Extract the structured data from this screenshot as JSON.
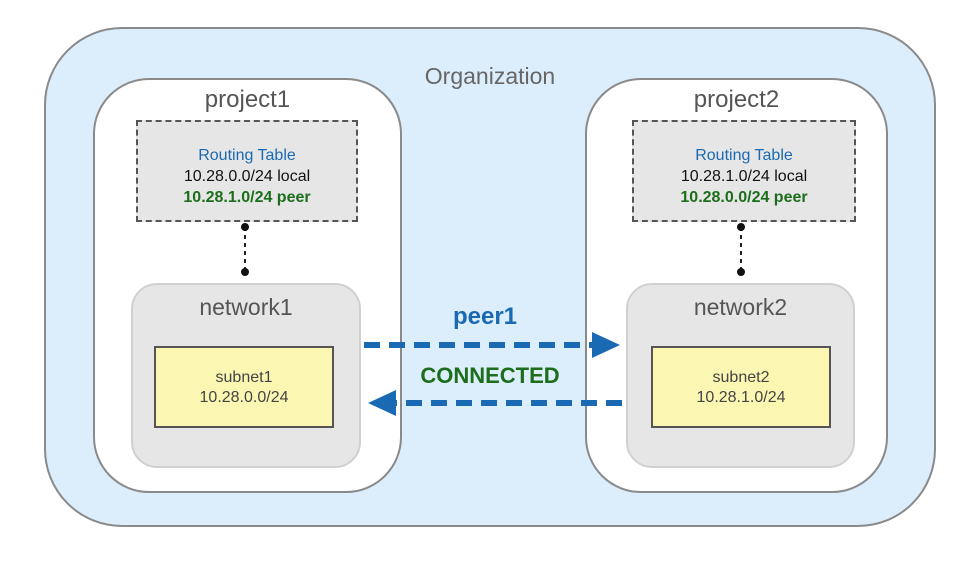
{
  "organization": {
    "label": "Organization"
  },
  "projects": [
    {
      "label": "project1",
      "routing_table": {
        "title": "Routing Table",
        "local_route": "10.28.0.0/24 local",
        "peer_route": "10.28.1.0/24 peer"
      },
      "network": {
        "label": "network1",
        "subnet": {
          "name": "subnet1",
          "cidr": "10.28.0.0/24"
        }
      }
    },
    {
      "label": "project2",
      "routing_table": {
        "title": "Routing Table",
        "local_route": "10.28.1.0/24 local",
        "peer_route": "10.28.0.0/24 peer"
      },
      "network": {
        "label": "network2",
        "subnet": {
          "name": "subnet2",
          "cidr": "10.28.1.0/24"
        }
      }
    }
  ],
  "peering": {
    "name": "peer1",
    "status": "CONNECTED"
  },
  "colors": {
    "org_fill": "#dcedfb",
    "peer_blue": "#1a6ab3",
    "connected_green": "#1c6e1c",
    "subnet_fill": "#fbf7b3",
    "panel_gray": "#e6e6e6"
  }
}
